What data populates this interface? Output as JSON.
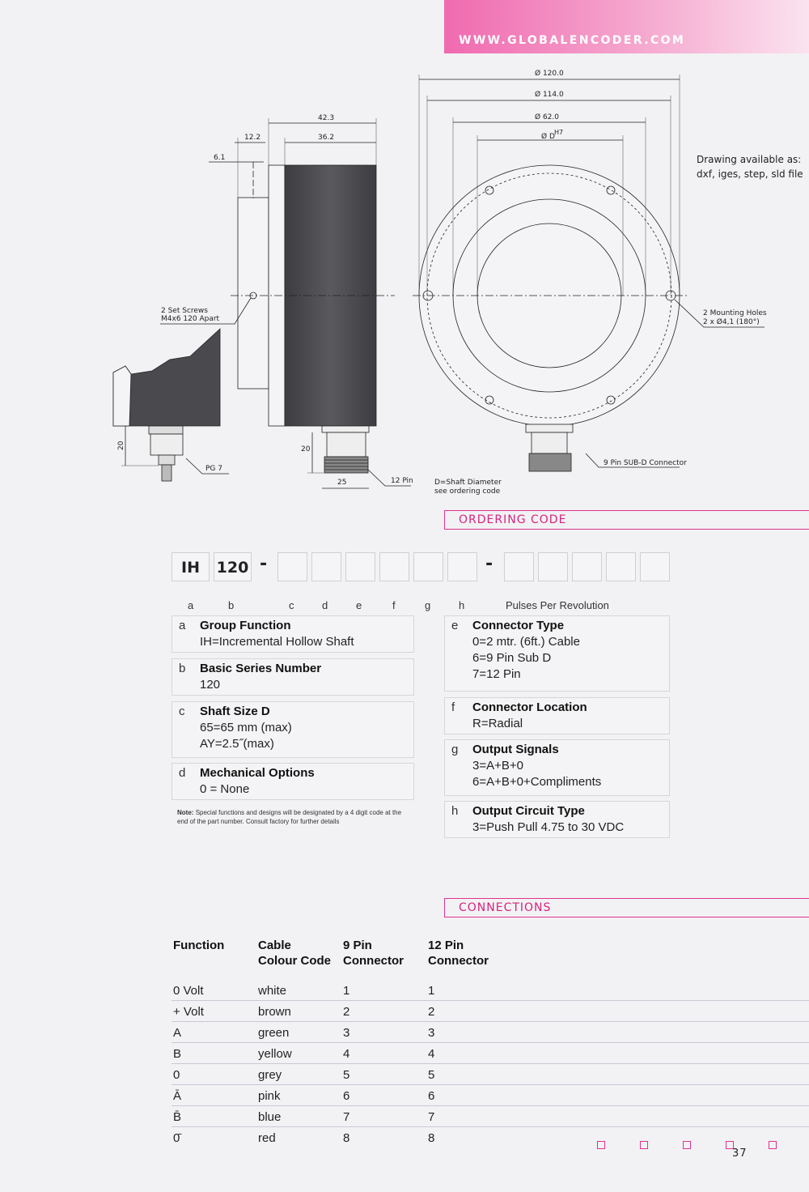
{
  "header": {
    "url": "WWW.GLOBALENCODER.COM"
  },
  "drawing": {
    "dims": {
      "d120": "Ø 120.0",
      "d114": "Ø 114.0",
      "d62": "Ø 62.0",
      "dD": "Ø D",
      "h7": "H7",
      "w423": "42.3",
      "w362": "36.2",
      "w122": "12.2",
      "w61": "6.1",
      "h20a": "20",
      "h20b": "20",
      "w25": "25"
    },
    "notes": {
      "available1": "Drawing available as:",
      "available2": "dxf, iges, step, sld file",
      "setscrews1": "2 Set Screws",
      "setscrews2": "M4x6 120 Apart",
      "mounting1": "2 Mounting Holes",
      "mounting2": "2 x Ø4,1 (180°)",
      "pg7": "PG 7",
      "pin12": "12 Pin",
      "subd": "9 Pin SUB-D Connector",
      "shaft1": "D=Shaft Diameter",
      "shaft2": "see ordering code"
    }
  },
  "ordering": {
    "heading": "ORDERING CODE",
    "boxes": {
      "ih": "IH",
      "series": "120"
    },
    "labels": {
      "a": "a",
      "b": "b",
      "c": "c",
      "d": "d",
      "e": "e",
      "f": "f",
      "g": "g",
      "h": "h",
      "ppr": "Pulses Per Revolution"
    },
    "options": {
      "a": {
        "key": "a",
        "title": "Group Function",
        "lines": [
          "IH=Incremental Hollow Shaft"
        ]
      },
      "b": {
        "key": "b",
        "title": "Basic Series Number",
        "lines": [
          "120"
        ]
      },
      "c": {
        "key": "c",
        "title": "Shaft Size D",
        "lines": [
          "65=65 mm (max)",
          "AY=2.5˝(max)"
        ]
      },
      "d": {
        "key": "d",
        "title": "Mechanical Options",
        "lines": [
          "0 = None"
        ]
      },
      "e": {
        "key": "e",
        "title": "Connector Type",
        "lines": [
          "0=2 mtr. (6ft.) Cable",
          "6=9 Pin Sub D",
          "7=12 Pin"
        ]
      },
      "f": {
        "key": "f",
        "title": "Connector Location",
        "lines": [
          "R=Radial"
        ]
      },
      "g": {
        "key": "g",
        "title": "Output Signals",
        "lines": [
          "3=A+B+0",
          "6=A+B+0+Compliments"
        ]
      },
      "h": {
        "key": "h",
        "title": "Output Circuit Type",
        "lines": [
          "3=Push Pull 4.75 to 30 VDC"
        ]
      }
    },
    "note_label": "Note:",
    "note_text": "Special functions and designs will be designated by a 4 digit code at the end of the part number. Consult factory for further details"
  },
  "connections": {
    "heading": "CONNECTIONS",
    "headers": {
      "function": "Function",
      "cable1": "Cable",
      "cable2": "Colour Code",
      "pin9a": "9 Pin",
      "pin9b": "Connector",
      "pin12a": "12 Pin",
      "pin12b": "Connector"
    },
    "rows": [
      [
        "0 Volt",
        "white",
        "1",
        "1"
      ],
      [
        "+ Volt",
        "brown",
        "2",
        "2"
      ],
      [
        "A",
        "green",
        "3",
        "3"
      ],
      [
        "B",
        "yellow",
        "4",
        "4"
      ],
      [
        "0",
        "grey",
        "5",
        "5"
      ],
      [
        "Ā",
        "pink",
        "6",
        "6"
      ],
      [
        "B̄",
        "blue",
        "7",
        "7"
      ],
      [
        "0̄",
        "red",
        "8",
        "8"
      ]
    ]
  },
  "footer": {
    "page": "37"
  },
  "colors": {
    "accent": "#e0338f",
    "housing": "#4a4a4e"
  }
}
